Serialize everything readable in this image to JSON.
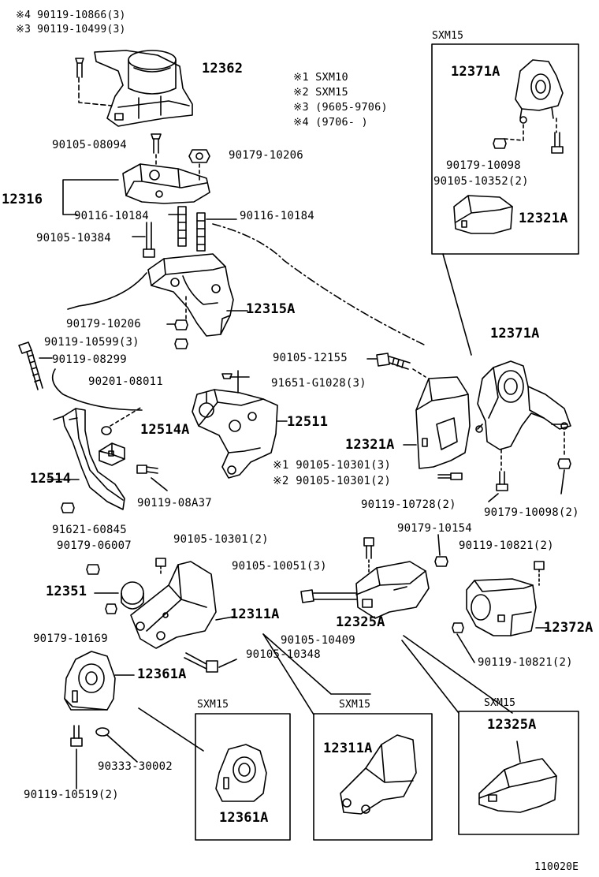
{
  "diagram_id": "110020E",
  "top_notes": [
    "※4 90119-10866(3)",
    "※3 90119-10499(3)"
  ],
  "legend": [
    "※1 SXM10",
    "※2 SXM15",
    "※3 (9605-9706)",
    "※4 (9706-      )"
  ],
  "box_titles": {
    "top_right": "SXM15",
    "bottom_1": "SXM15",
    "bottom_2": "SXM15",
    "bottom_3": "SXM15"
  },
  "labels": {
    "p12362": "12362",
    "p90105_08094": "90105-08094",
    "p90179_10206_a": "90179-10206",
    "p12316": "12316",
    "p90116_10184_a": "90116-10184",
    "p90116_10184_b": "90116-10184",
    "p90105_10384": "90105-10384",
    "p12315A": "12315A",
    "p90179_10206_b": "90179-10206",
    "p90119_10599": "90119-10599(3)",
    "p90119_08299": "90119-08299",
    "p90105_12155": "90105-12155",
    "p90201_08011": "90201-08011",
    "p91651_G1028": "91651-G1028(3)",
    "p12514A": "12514A",
    "p12511": "12511",
    "p12321A": "12321A",
    "p90105_10301_1": "※1 90105-10301(3)",
    "p90105_10301_2": "※2 90105-10301(2)",
    "p12514": "12514",
    "p90119_08A37": "90119-08A37",
    "p90119_10728": "90119-10728(2)",
    "p90179_10098_b": "90179-10098(2)",
    "p91621_60845": "91621-60845",
    "p90179_06007": "90179-06007",
    "p90105_10301_c": "90105-10301(2)",
    "p90179_10154": "90179-10154",
    "p90119_10821_a": "90119-10821(2)",
    "p90105_10051": "90105-10051(3)",
    "p12351": "12351",
    "p12311A": "12311A",
    "p12325A": "12325A",
    "p12372A": "12372A",
    "p90179_10169": "90179-10169",
    "p90105_10409": "90105-10409",
    "p90119_10821_b": "90119-10821(2)",
    "p90105_10348": "90105-10348",
    "p12361A": "12361A",
    "p90333_30002": "90333-30002",
    "p90119_10519": "90119-10519(2)",
    "p12371A_main": "12371A",
    "p12371A_box": "12371A",
    "p90179_10098_box": "90179-10098",
    "p90105_10352_box": "90105-10352(2)",
    "p12321A_box": "12321A",
    "p12311A_box": "12311A",
    "p12325A_box": "12325A",
    "p12361A_box": "12361A"
  }
}
